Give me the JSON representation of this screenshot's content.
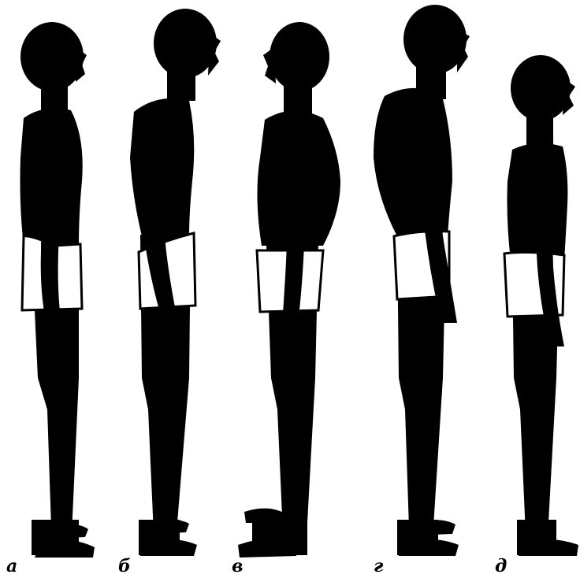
{
  "colors": {
    "silhouette": "#000000",
    "shorts": "#ffffff",
    "background": "#ffffff"
  },
  "figures": [
    {
      "id": "a",
      "label": "а"
    },
    {
      "id": "b",
      "label": "б"
    },
    {
      "id": "v",
      "label": "в"
    },
    {
      "id": "g",
      "label": "г"
    },
    {
      "id": "d",
      "label": "д"
    }
  ]
}
